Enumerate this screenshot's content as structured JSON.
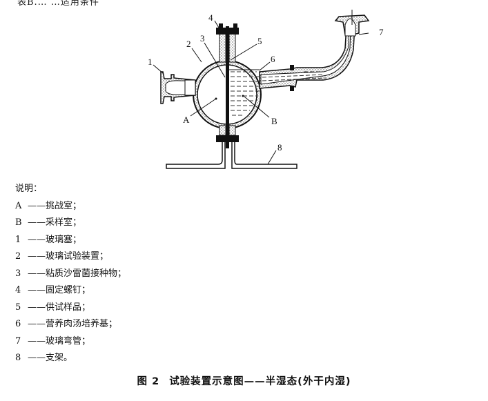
{
  "top_cutoff_text": "表B.…  …适用条件",
  "diagram": {
    "labels": {
      "1": "1",
      "2": "2",
      "3": "3",
      "4": "4",
      "5": "5",
      "6": "6",
      "7": "7",
      "8": "8",
      "A": "A",
      "B": "B"
    }
  },
  "legend": {
    "heading": "说明：",
    "items": [
      {
        "key": "A",
        "dash": "——",
        "text": "挑战室；"
      },
      {
        "key": "B",
        "dash": "——",
        "text": "采样室；"
      },
      {
        "key": "1",
        "dash": "——",
        "text": "玻璃塞；"
      },
      {
        "key": "2",
        "dash": "——",
        "text": "玻璃试验装置；"
      },
      {
        "key": "3",
        "dash": "——",
        "text": "粘质沙雷菌接种物；"
      },
      {
        "key": "4",
        "dash": "——",
        "text": "固定螺钉；"
      },
      {
        "key": "5",
        "dash": "——",
        "text": "供试样品；"
      },
      {
        "key": "6",
        "dash": "——",
        "text": "营养肉汤培养基；"
      },
      {
        "key": "7",
        "dash": "——",
        "text": "玻璃弯管；"
      },
      {
        "key": "8",
        "dash": "——",
        "text": "支架。"
      }
    ]
  },
  "caption": {
    "figure_number": "图 2",
    "title": "试验装置示意图——半湿态(外干内湿)"
  }
}
